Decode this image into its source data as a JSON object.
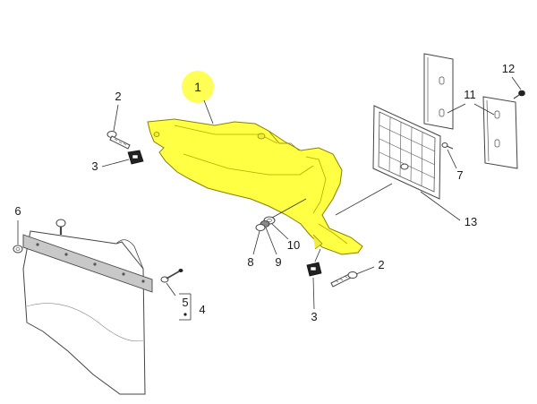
{
  "callouts": {
    "c1": "1",
    "c2a": "2",
    "c2b": "2",
    "c3a": "3",
    "c3b": "3",
    "c4": "4",
    "c5": "5",
    "c6": "6",
    "c7": "7",
    "c8": "8",
    "c9": "9",
    "c10": "10",
    "c11": "11",
    "c12": "12",
    "c13": "13"
  },
  "colors": {
    "highlight": "#ffff44",
    "highlight_stroke": "#b8a800",
    "callout_circle": "#ffff55",
    "line": "#333333"
  },
  "parts": {
    "highlighted": "mudguard-rear-fender",
    "other": [
      "screw",
      "nut-clip",
      "mud-flap",
      "rivet",
      "license-plate-bracket",
      "plate-holder",
      "reflector-bracket",
      "washer",
      "bolt"
    ]
  }
}
